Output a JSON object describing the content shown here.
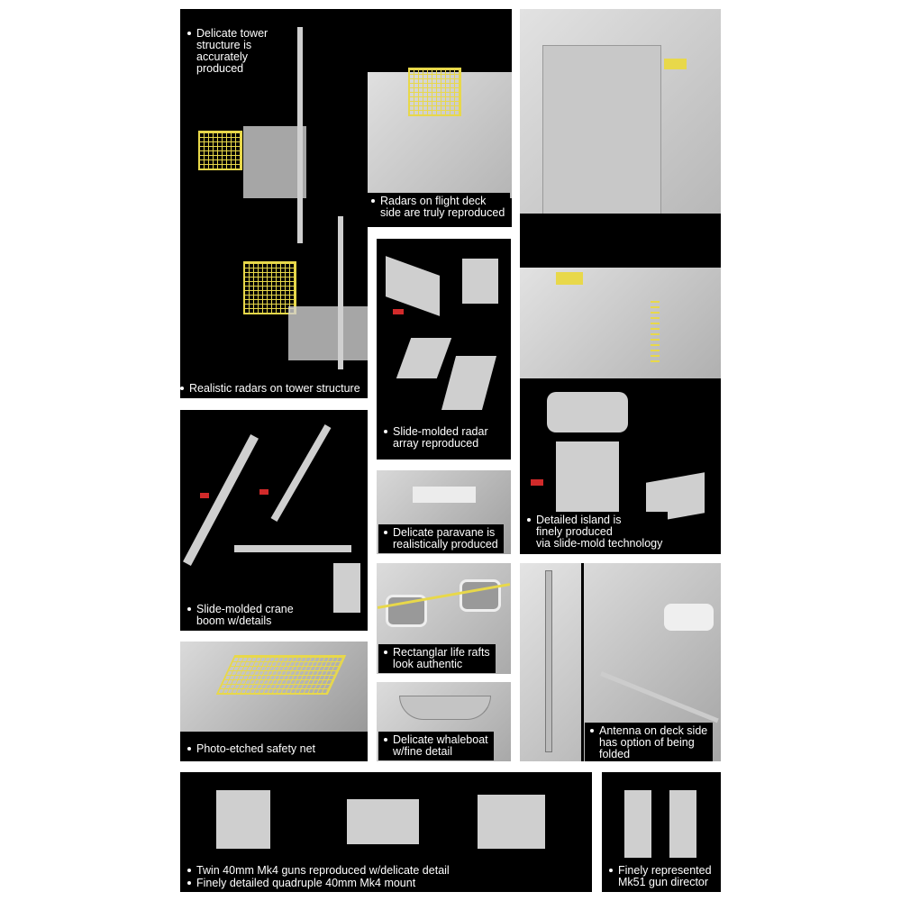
{
  "captions": {
    "tower_structure": [
      "Delicate tower",
      "structure is",
      "accurately",
      "produced"
    ],
    "tower_radars": [
      "Realistic radars on tower structure"
    ],
    "flight_deck_radars": [
      "Radars on flight deck",
      "side are truly reproduced"
    ],
    "slide_radar": [
      "Slide-molded radar",
      "array reproduced"
    ],
    "crane": [
      "Slide-molded crane",
      "boom w/details"
    ],
    "paravane": [
      "Delicate paravane is",
      "realistically produced"
    ],
    "island": [
      "Detailed island is",
      "finely produced",
      "via slide-mold technology"
    ],
    "life_rafts": [
      "Rectanglar life rafts",
      "look authentic"
    ],
    "whaleboat": [
      "Delicate whaleboat",
      "w/fine detail"
    ],
    "safety_net": [
      "Photo-etched safety net"
    ],
    "antenna": [
      "Antenna on deck side",
      "has option of being",
      "folded"
    ],
    "guns_twin": [
      "Twin 40mm Mk4 guns reproduced w/delicate detail"
    ],
    "guns_quad": [
      "Finely detailed quadruple 40mm Mk4 mount"
    ],
    "mk51": [
      "Finely represented",
      "Mk51 gun director"
    ]
  },
  "colors": {
    "panel": "#000000",
    "model": "#cfcfcf",
    "photo_etch": "#e8d84a",
    "arrow": "#d12a2a"
  }
}
